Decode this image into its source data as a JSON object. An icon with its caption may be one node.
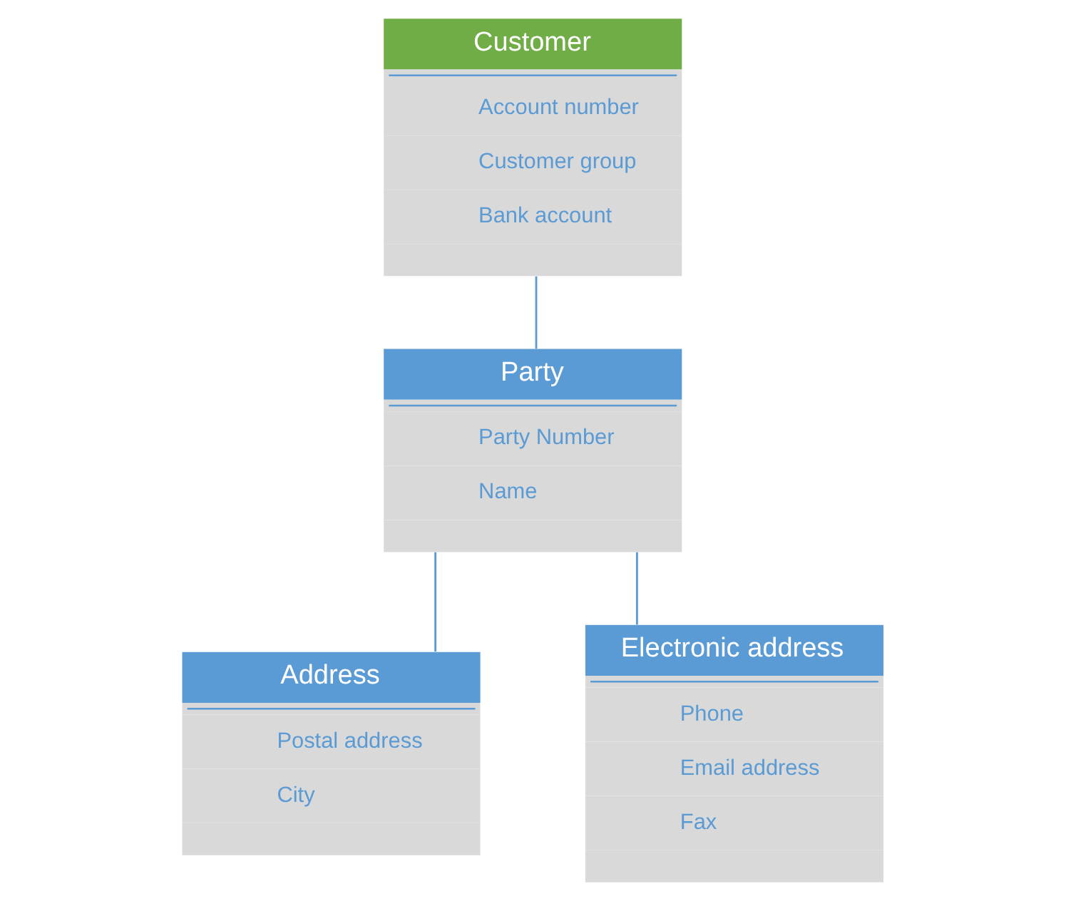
{
  "diagram": {
    "nodes": [
      {
        "text": [
          "Customer",
          "Account number",
          "Customer group",
          "Bank account"
        ]
      },
      {
        "text": [
          "Party",
          "Party Number",
          "Name"
        ]
      },
      {
        "text": [
          "Address",
          "Postal address",
          "City"
        ]
      },
      {
        "text": [
          "Electronic address",
          "Phone",
          "Email address",
          "Fax"
        ]
      }
    ],
    "edges": [
      {
        "from": 0,
        "to": 1,
        "arrow": "none"
      },
      {
        "from": 1,
        "to": 2,
        "arrow": "none"
      },
      {
        "from": 1,
        "to": 3,
        "arrow": "none"
      }
    ]
  }
}
